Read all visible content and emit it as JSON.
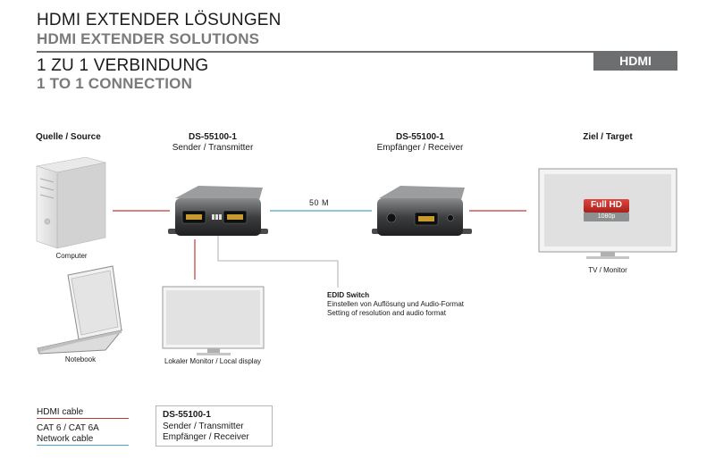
{
  "header": {
    "title_de": "HDMI EXTENDER LÖSUNGEN",
    "title_en": "HDMI EXTENDER SOLUTIONS",
    "subtitle_de": "1 ZU 1 VERBINDUNG",
    "subtitle_en": "1 TO 1 CONNECTION",
    "badge": "HDMI"
  },
  "columns": {
    "source": "Quelle / Source",
    "sender_model": "DS-55100-1",
    "sender_role": "Sender / Transmitter",
    "receiver_model": "DS-55100-1",
    "receiver_role": "Empfänger / Receiver",
    "target": "Ziel / Target"
  },
  "labels": {
    "computer": "Computer",
    "notebook": "Notebook",
    "local_display": "Lokaler Monitor / Local display",
    "tv": "TV / Monitor",
    "distance": "50 M",
    "fullhd": "Full HD",
    "res": "1080p"
  },
  "edid": {
    "title": "EDID Switch",
    "line1": "Einstellen von Auflösung und Audio-Format",
    "line2": "Setting of resolution and audio format"
  },
  "legend": {
    "hdmi": "HDMI cable",
    "cat": "CAT 6 / CAT 6A",
    "network": "Network cable",
    "box_model": "DS-55100-1",
    "box_line1": "Sender / Transmitter",
    "box_line2": "Empfänger / Receiver"
  },
  "colors": {
    "hdmi_cable": "#c0393b",
    "network_cable": "#4aa3c8",
    "badge": "#6d6e70"
  }
}
